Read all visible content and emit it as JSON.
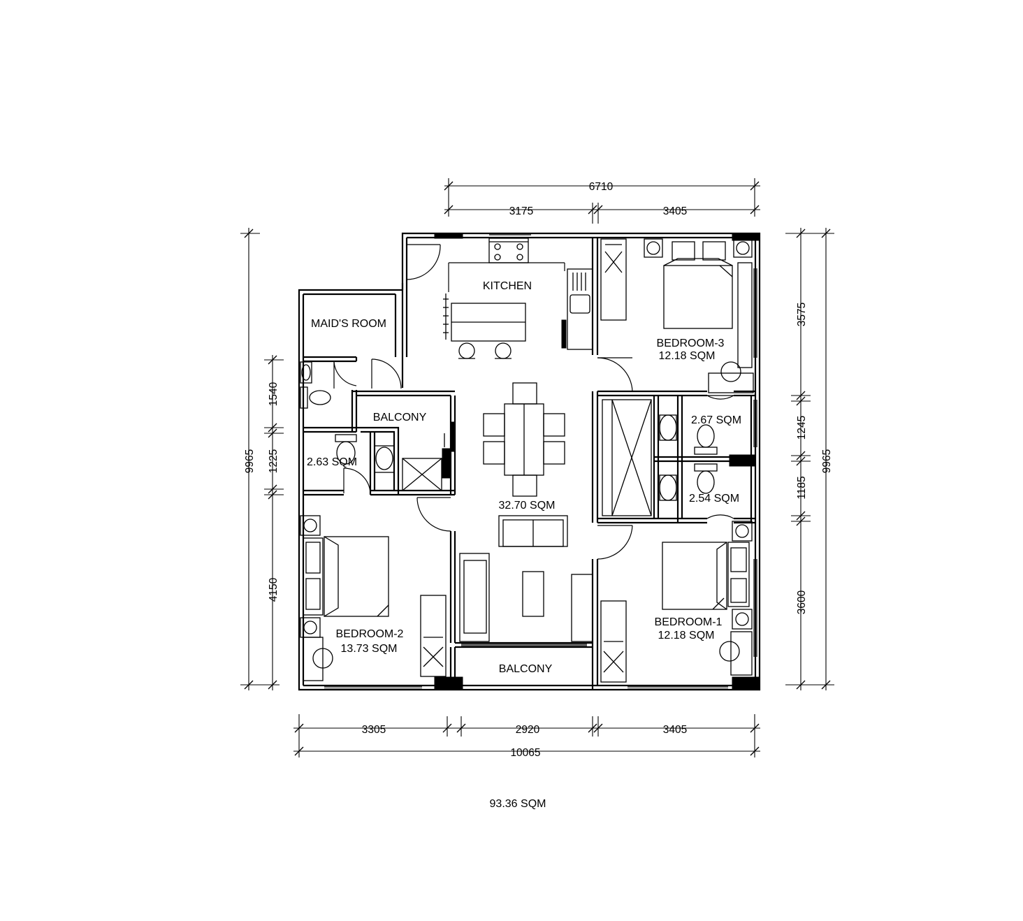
{
  "rooms": {
    "kitchen": "KITCHEN",
    "maids_room": "MAID'S ROOM",
    "balcony_top": "BALCONY",
    "balcony_bottom": "BALCONY",
    "bath_left_area": "2.63 SQM",
    "living_area": "32.70 SQM",
    "bedroom3": "BEDROOM-3",
    "bedroom3_area": "12.18 SQM",
    "bath_r1_area": "2.67 SQM",
    "bath_r2_area": "2.54 SQM",
    "bedroom2": "BEDROOM-2",
    "bedroom2_area": "13.73 SQM",
    "bedroom1": "BEDROOM-1",
    "bedroom1_area": "12.18 SQM"
  },
  "dimensions": {
    "top_total": "6710",
    "top_left": "3175",
    "top_right": "3405",
    "bottom_left": "3305",
    "bottom_mid": "2920",
    "bottom_right": "3405",
    "bottom_total": "10065",
    "left_total": "9965",
    "left_1": "1540",
    "left_2": "1225",
    "left_3": "4150",
    "right_total": "9965",
    "right_1": "3575",
    "right_2": "1245",
    "right_3": "1185",
    "right_4": "3600"
  },
  "total_area": "93.36 SQM"
}
